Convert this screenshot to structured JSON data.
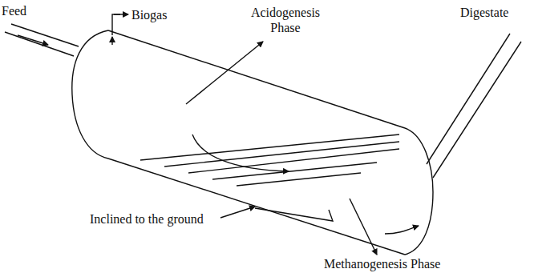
{
  "diagram": {
    "labels": [
      "Feed",
      "Biogas",
      "Acidogenesis Phase",
      "Digestate",
      "Inclined to the ground",
      "Methanogenesis Phase"
    ]
  }
}
